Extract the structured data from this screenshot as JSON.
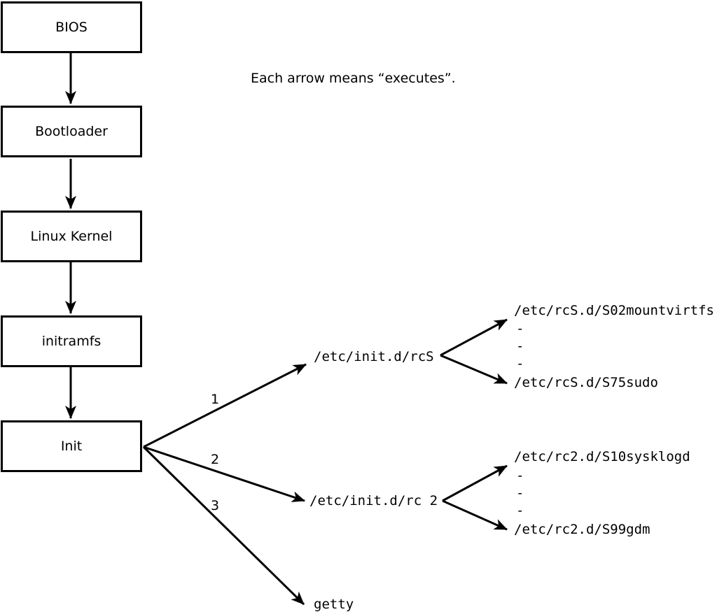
{
  "note": "Each arrow means “executes”.",
  "colors": {
    "line": "#000000",
    "background": "#ffffff"
  },
  "boot_chain": [
    {
      "label": "BIOS"
    },
    {
      "label": "Bootloader"
    },
    {
      "label": "Linux Kernel"
    },
    {
      "label": "initramfs"
    },
    {
      "label": "Init"
    }
  ],
  "init_branches": [
    {
      "order": "1",
      "target": "/etc/init.d/rcS"
    },
    {
      "order": "2",
      "target": "/etc/init.d/rc 2"
    },
    {
      "order": "3",
      "target": "getty"
    }
  ],
  "rcS_scripts": {
    "first": "/etc/rcS.d/S02mountvirtfs",
    "ellipsis": [
      "-",
      "-",
      "-"
    ],
    "last": "/etc/rcS.d/S75sudo"
  },
  "rc2_scripts": {
    "first": "/etc/rc2.d/S10sysklogd",
    "ellipsis": [
      "-",
      "-",
      "-"
    ],
    "last": "/etc/rc2.d/S99gdm"
  }
}
